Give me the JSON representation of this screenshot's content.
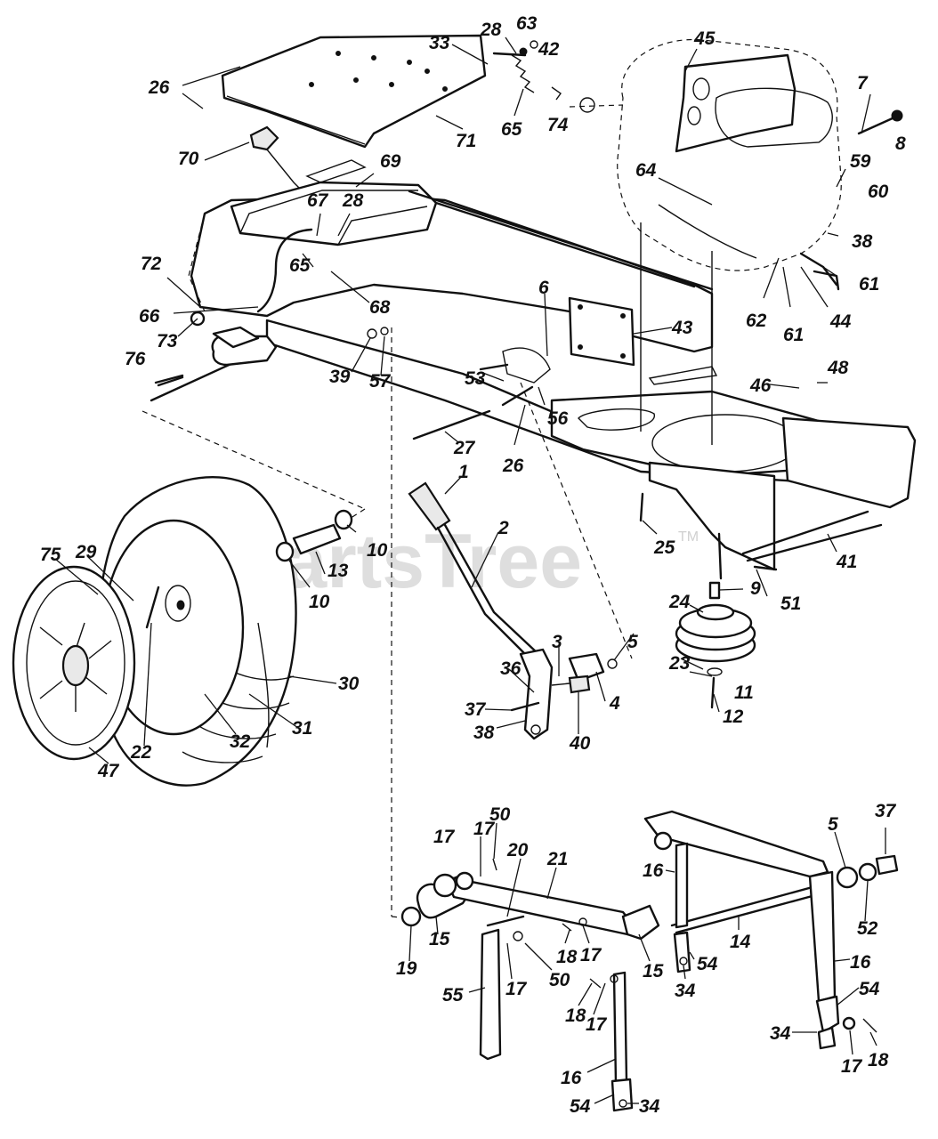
{
  "watermark": {
    "text": "PartsTree",
    "mark": "TM"
  },
  "colors": {
    "ink": "#111111",
    "background": "#ffffff",
    "watermark": "#d4d4d4"
  },
  "callouts": [
    {
      "id": "c26a",
      "text": "26"
    },
    {
      "id": "c33",
      "text": "33"
    },
    {
      "id": "c28a",
      "text": "28"
    },
    {
      "id": "c63",
      "text": "63"
    },
    {
      "id": "c42",
      "text": "42"
    },
    {
      "id": "c45",
      "text": "45"
    },
    {
      "id": "c7",
      "text": "7"
    },
    {
      "id": "c8",
      "text": "8"
    },
    {
      "id": "c65a",
      "text": "65"
    },
    {
      "id": "c74",
      "text": "74"
    },
    {
      "id": "c71",
      "text": "71"
    },
    {
      "id": "c70",
      "text": "70"
    },
    {
      "id": "c69",
      "text": "69"
    },
    {
      "id": "c67",
      "text": "67"
    },
    {
      "id": "c28b",
      "text": "28"
    },
    {
      "id": "c64",
      "text": "64"
    },
    {
      "id": "c59",
      "text": "59"
    },
    {
      "id": "c60",
      "text": "60"
    },
    {
      "id": "c38a",
      "text": "38"
    },
    {
      "id": "c61a",
      "text": "61"
    },
    {
      "id": "c62",
      "text": "62"
    },
    {
      "id": "c61b",
      "text": "61"
    },
    {
      "id": "c44",
      "text": "44"
    },
    {
      "id": "c72",
      "text": "72"
    },
    {
      "id": "c65b",
      "text": "65"
    },
    {
      "id": "c66",
      "text": "66"
    },
    {
      "id": "c68",
      "text": "68"
    },
    {
      "id": "c6",
      "text": "6"
    },
    {
      "id": "c43",
      "text": "43"
    },
    {
      "id": "c73",
      "text": "73"
    },
    {
      "id": "c76",
      "text": "76"
    },
    {
      "id": "c39",
      "text": "39"
    },
    {
      "id": "c57",
      "text": "57"
    },
    {
      "id": "c53",
      "text": "53"
    },
    {
      "id": "c48",
      "text": "48"
    },
    {
      "id": "c46",
      "text": "46"
    },
    {
      "id": "c56",
      "text": "56"
    },
    {
      "id": "c26b",
      "text": "26"
    },
    {
      "id": "c27",
      "text": "27"
    },
    {
      "id": "c1",
      "text": "1"
    },
    {
      "id": "c25",
      "text": "25"
    },
    {
      "id": "c41",
      "text": "41"
    },
    {
      "id": "c2",
      "text": "2"
    },
    {
      "id": "c75",
      "text": "75"
    },
    {
      "id": "c29",
      "text": "29"
    },
    {
      "id": "c10a",
      "text": "10"
    },
    {
      "id": "c13",
      "text": "13"
    },
    {
      "id": "c10b",
      "text": "10"
    },
    {
      "id": "c9",
      "text": "9"
    },
    {
      "id": "c51",
      "text": "51"
    },
    {
      "id": "c24",
      "text": "24"
    },
    {
      "id": "c5a",
      "text": "5"
    },
    {
      "id": "c3",
      "text": "3"
    },
    {
      "id": "c23",
      "text": "23"
    },
    {
      "id": "c11",
      "text": "11"
    },
    {
      "id": "c36",
      "text": "36"
    },
    {
      "id": "c30",
      "text": "30"
    },
    {
      "id": "c4",
      "text": "4"
    },
    {
      "id": "c12",
      "text": "12"
    },
    {
      "id": "c37a",
      "text": "37"
    },
    {
      "id": "c38b",
      "text": "38"
    },
    {
      "id": "c40",
      "text": "40"
    },
    {
      "id": "c32",
      "text": "32"
    },
    {
      "id": "c31",
      "text": "31"
    },
    {
      "id": "c22",
      "text": "22"
    },
    {
      "id": "c47",
      "text": "47"
    },
    {
      "id": "c50a",
      "text": "50"
    },
    {
      "id": "c17a",
      "text": "17"
    },
    {
      "id": "c17b",
      "text": "17"
    },
    {
      "id": "c20",
      "text": "20"
    },
    {
      "id": "c21",
      "text": "21"
    },
    {
      "id": "c5b",
      "text": "5"
    },
    {
      "id": "c37b",
      "text": "37"
    },
    {
      "id": "c16a",
      "text": "16"
    },
    {
      "id": "c19",
      "text": "19"
    },
    {
      "id": "c15a",
      "text": "15"
    },
    {
      "id": "c18a",
      "text": "18"
    },
    {
      "id": "c17c",
      "text": "17"
    },
    {
      "id": "c15b",
      "text": "15"
    },
    {
      "id": "c54a",
      "text": "54"
    },
    {
      "id": "c14",
      "text": "14"
    },
    {
      "id": "c52",
      "text": "52"
    },
    {
      "id": "c34a",
      "text": "34"
    },
    {
      "id": "c16b",
      "text": "16"
    },
    {
      "id": "c55",
      "text": "55"
    },
    {
      "id": "c17d",
      "text": "17"
    },
    {
      "id": "c50b",
      "text": "50"
    },
    {
      "id": "c18b",
      "text": "18"
    },
    {
      "id": "c17e",
      "text": "17"
    },
    {
      "id": "c54b",
      "text": "54"
    },
    {
      "id": "c34b",
      "text": "34"
    },
    {
      "id": "c17f",
      "text": "17"
    },
    {
      "id": "c18c",
      "text": "18"
    },
    {
      "id": "c16c",
      "text": "16"
    },
    {
      "id": "c54c",
      "text": "54"
    },
    {
      "id": "c34c",
      "text": "34"
    }
  ]
}
